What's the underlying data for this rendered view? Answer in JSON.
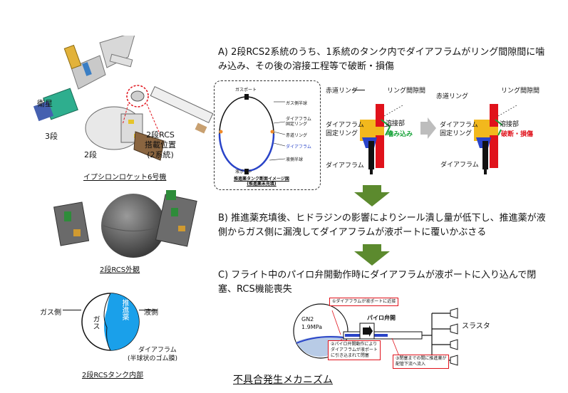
{
  "left": {
    "rocket": {
      "caption": "イプシロンロケット6号機",
      "satellite": "衛星",
      "stage3": "3段",
      "stage2": "2段",
      "rcs_position": [
        "2段RCS",
        "搭載位置",
        "(2系統)"
      ]
    },
    "exterior_caption": "2段RCS外観",
    "tank": {
      "gas_side": "ガス側",
      "liquid_side": "液側",
      "gas": "ガス",
      "propellant": "推進薬",
      "diaphragm": "ダイアフラム",
      "diaphragm_note": "(半球状のゴム膜)",
      "caption": "2段RCSタンク内部"
    }
  },
  "section_a": {
    "text": "A) 2段RCS2系統のうち、1系統のタンク内でダイアフラムがリング間隙間に噛み込み、その後の溶接工程等で破断・損傷",
    "inset": {
      "gas_port": "ガスポート",
      "gas_hemi": "ガス側半球",
      "diaphragm_fix": [
        "ダイアフラム",
        "固定リング"
      ],
      "equator_ring": "赤道リング",
      "diaphragm": "ダイアフラム",
      "liquid_hemi": "液側半球",
      "liquid_port": "液ポート",
      "caption": [
        "推進薬タンク断面イメージ図",
        "(推進薬未充填)"
      ]
    },
    "detail1": {
      "equator_ring": "赤道リング",
      "ring_gap": "リング間隙間",
      "weld": "溶接部",
      "fix_ring": [
        "ダイアフラム",
        "固定リング"
      ],
      "bite": "噛み込み",
      "diaphragm": "ダイアフラム"
    },
    "detail2": {
      "equator_ring": "赤道リング",
      "ring_gap": "リング間隙間",
      "weld": "溶接部",
      "fix_ring": [
        "ダイアフラム",
        "固定リング"
      ],
      "break": "破断・損傷",
      "diaphragm": "ダイアフラム"
    }
  },
  "section_b": {
    "text": "B) 推進薬充填後、ヒドラジンの影響によりシール潰し量が低下し、推進薬が液側からガス側に漏洩してダイアフラムが液ポートに覆いかぶさる"
  },
  "section_c": {
    "text": "C) フライト中のパイロ弁開動作時にダイアフラムが液ポートに入り込んで閉塞、RCS機能喪失",
    "gas": "GN2",
    "pressure": "1.9MPa",
    "pyro_valve": "パイロ弁開",
    "thruster": "スラスタ",
    "note1": "①ダイアフラムが液ポートに近接",
    "note2": [
      "②パイロ弁開動作により",
      "ダイアフラムが液ポート",
      "に引き込まれて閉塞"
    ],
    "note3": [
      "③閉塞までの間に推進薬が",
      "配管下流へ流入"
    ]
  },
  "title": "不具合発生メカニズム"
}
